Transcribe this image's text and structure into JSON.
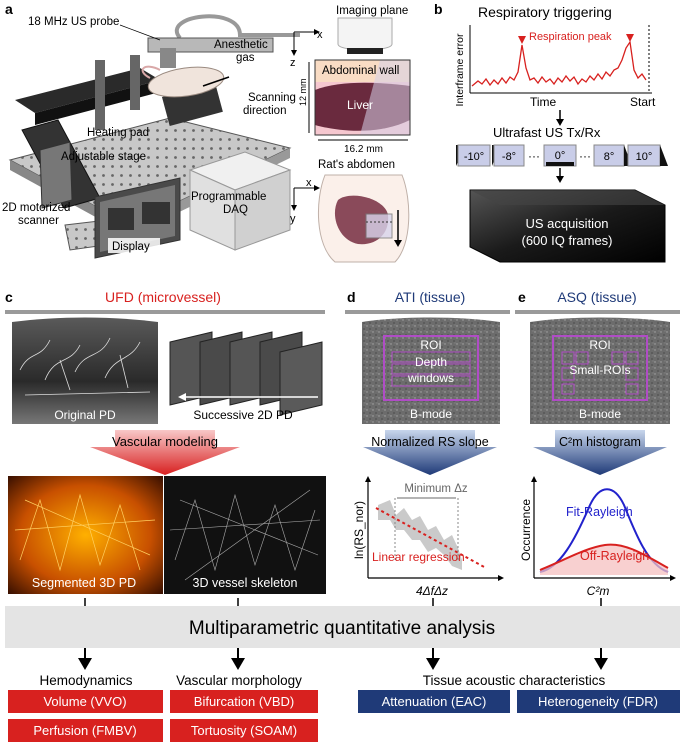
{
  "panel_a": {
    "label": "a",
    "probe": "18 MHz US probe",
    "gas": [
      "Anesthetic",
      "gas"
    ],
    "scanning": [
      "Scanning",
      "direction"
    ],
    "heating_pad": "Heating pad",
    "stage": "Adjustable stage",
    "scanner": [
      "2D motorized",
      "scanner"
    ],
    "daq": [
      "Programmable",
      "DAQ"
    ],
    "display": "Display",
    "imaging_plane": "Imaging plane",
    "abdominal_wall": "Abdominal wall",
    "liver": "Liver",
    "depth_mm": "12 mm",
    "width_mm": "16.2 mm",
    "rat_abdomen": "Rat's abdomen",
    "axis_x": "x",
    "axis_z": "z",
    "axis_y": "y"
  },
  "panel_b": {
    "label": "b",
    "title": "Respiratory triggering",
    "ylabel": "Interframe error",
    "peak": "Respiration peak",
    "time": "Time",
    "start": "Start",
    "txrx": "Ultrafast US Tx/Rx",
    "angles": [
      "-10°",
      "-8°",
      "0°",
      "8°",
      "10°"
    ],
    "dots": "···",
    "acq": [
      "US acquisition",
      "(600 IQ frames)"
    ]
  },
  "panel_c": {
    "label": "c",
    "title": "UFD (microvessel)",
    "original": "Original PD",
    "successive": "Successive 2D PD",
    "modeling": "Vascular modeling",
    "segmented": "Segmented 3D PD",
    "skeleton": "3D vessel skeleton"
  },
  "panel_d": {
    "label": "d",
    "title": "ATI (tissue)",
    "roi": "ROI",
    "depth": [
      "Depth",
      "windows"
    ],
    "bmode": "B-mode",
    "slope": "Normalized RS slope",
    "min_dz": "Minimum Δz",
    "ylabel": "ln(RS_nor)",
    "regression": "Linear regression",
    "xlabel": "4ΔfΔz"
  },
  "panel_e": {
    "label": "e",
    "title": "ASQ (tissue)",
    "roi": "ROI",
    "small_rois": "Small-ROIs",
    "bmode": "B-mode",
    "histogram": "C²m histogram",
    "ylabel": "Occurrence",
    "fit": "Fit-Rayleigh",
    "off": "Off-Rayleigh",
    "xlabel": "C²m"
  },
  "analysis": {
    "title": "Multiparametric quantitative analysis",
    "hemodynamics": "Hemodynamics",
    "morphology": "Vascular morphology",
    "tissue": "Tissue acoustic characteristics",
    "volume": "Volume (VVO)",
    "perfusion": "Perfusion (FMBV)",
    "bifurcation": "Bifurcation (VBD)",
    "tortuosity": "Tortuosity (SOAM)",
    "attenuation": "Attenuation (EAC)",
    "heterogeneity": "Heterogeneity (FDR)"
  },
  "colors": {
    "red": "#d8211f",
    "navy": "#1f3a78",
    "purple": "#b04cc6",
    "gray_panel": "#e4e4e4",
    "blue_curve": "#2222cc"
  }
}
